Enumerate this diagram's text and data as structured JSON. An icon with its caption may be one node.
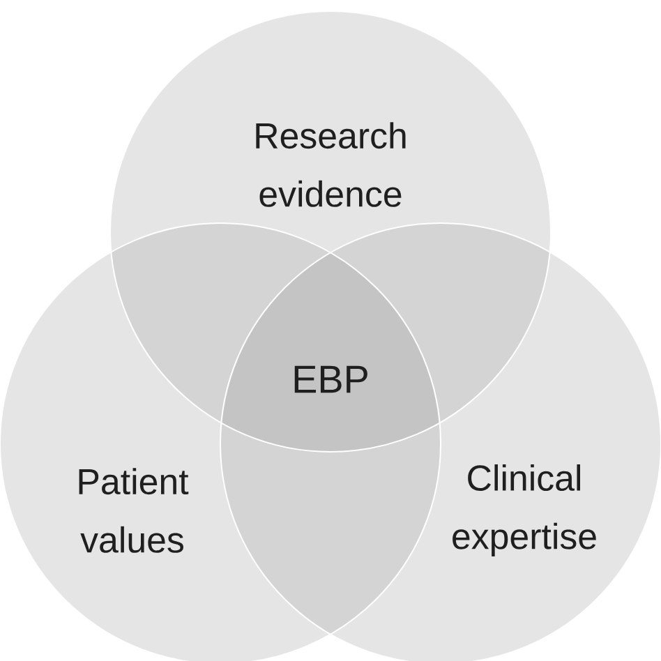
{
  "diagram": {
    "nodes": [
      {
        "text": [
          "Research evidence"
        ]
      },
      {
        "text": [
          "Patient values"
        ]
      },
      {
        "text": [
          "Clinical expertise"
        ]
      },
      {
        "text": [
          "EBP"
        ]
      }
    ],
    "edges": []
  }
}
